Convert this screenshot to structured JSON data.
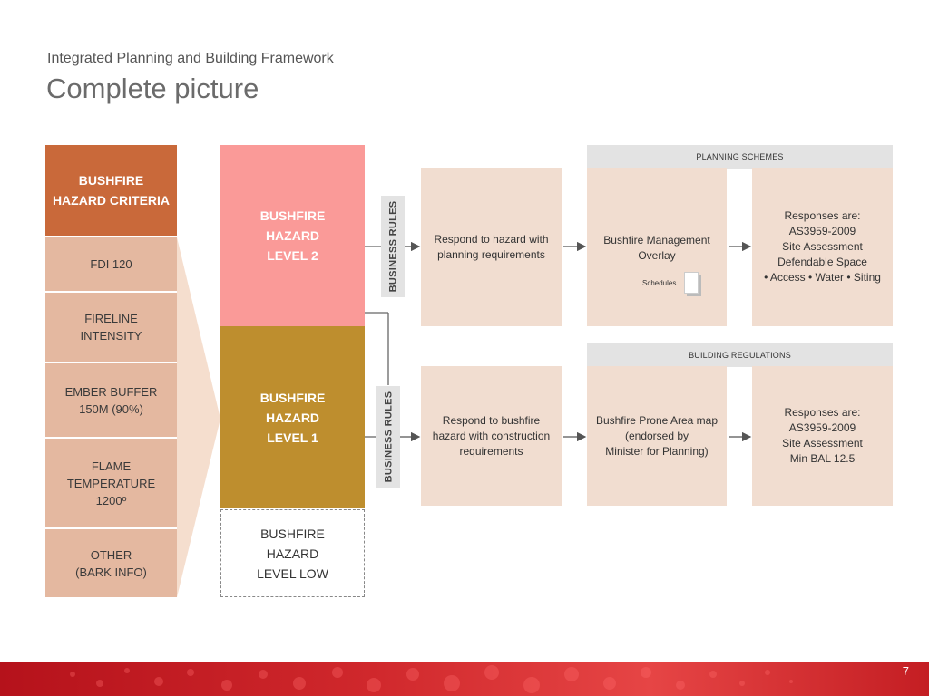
{
  "header": {
    "subtitle": "Integrated Planning and Building Framework",
    "title": "Complete picture"
  },
  "criteria": {
    "heading": "BUSHFIRE\nHAZARD CRITERIA",
    "items": [
      "FDI 120",
      "FIRELINE\nINTENSITY",
      "EMBER BUFFER\n150M (90%)",
      "FLAME\nTEMPERATURE\n1200º",
      "OTHER\n(BARK INFO)"
    ]
  },
  "levels": {
    "level2": "BUSHFIRE\nHAZARD\nLEVEL 2",
    "level1": "BUSHFIRE\nHAZARD\nLEVEL 1",
    "low": "BUSHFIRE\nHAZARD\nLEVEL LOW"
  },
  "business_rules": "BUSINESS RULES",
  "planning": {
    "band": "PLANNING SCHEMES",
    "respond": "Respond to hazard with\nplanning requirements",
    "overlay": "Bushfire Management\nOverlay",
    "schedules": "Schedules",
    "responses": "Responses are:\nAS3959-2009\nSite Assessment\nDefendable Space\n• Access  • Water  • Siting"
  },
  "building": {
    "band": "BUILDING REGULATIONS",
    "respond": "Respond to bushfire\nhazard with construction\nrequirements",
    "map": "Bushfire Prone Area map\n(endorsed by\nMinister for Planning)",
    "responses": "Responses are:\nAS3959-2009\nSite Assessment\nMin BAL 12.5"
  },
  "colors": {
    "criteria_head": "#c9693a",
    "criteria_item": "#e4b8a0",
    "level2": "#fa9a98",
    "level1": "#be8e2e",
    "box": "#f1ddd0",
    "footer": "#c41e23"
  },
  "page_number": "7"
}
